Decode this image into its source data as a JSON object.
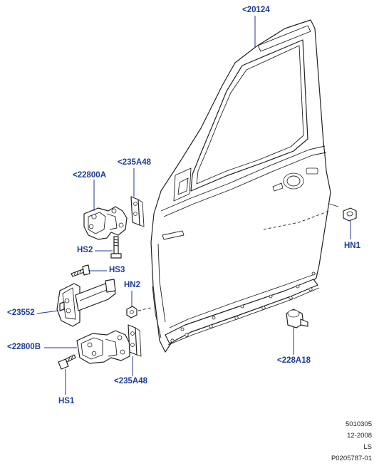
{
  "callouts": {
    "door": "<20124",
    "hinge_upper": "<22800A",
    "shim_upper": "<235A48",
    "bolt_hs2": "HS2",
    "bolt_hs3": "HS3",
    "nut_hn2": "HN2",
    "check_strap": "<23552",
    "hinge_lower": "<22800B",
    "shim_lower": "<235A48",
    "bolt_hs1": "HS1",
    "nut_hn1": "HN1",
    "bump_stop": "<228A18"
  },
  "meta": {
    "line1": "5010305",
    "line2": "12-2008",
    "line3": "LS",
    "line4": "P0205787-01"
  }
}
